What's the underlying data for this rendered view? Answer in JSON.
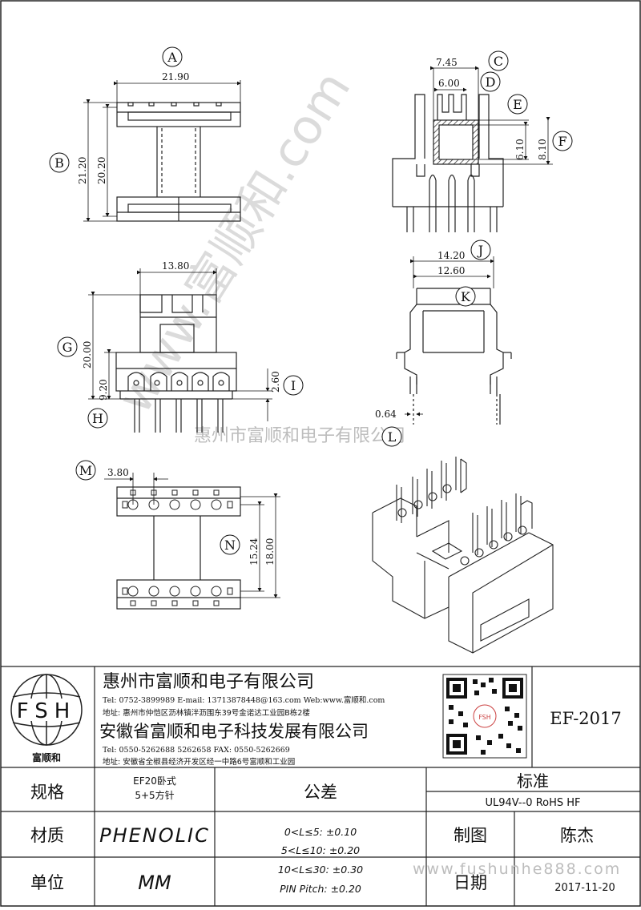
{
  "dims": {
    "a_width": "21.90",
    "b_outer": "21.20",
    "b_inner": "20.20",
    "c_width": "7.45",
    "d_width": "6.00",
    "e_height": "6.10",
    "f_height": "8.10",
    "g_height": "20.00",
    "h_height": "9.20",
    "i_height": "2.60",
    "front_width": "13.80",
    "j_width": "14.20",
    "k_width": "12.60",
    "l_pin": "0.64",
    "m_pitch": "3.80",
    "n_inner": "15.24",
    "n_outer": "18.00"
  },
  "callouts": {
    "a": "A",
    "b": "B",
    "c": "C",
    "d": "D",
    "e": "E",
    "f": "F",
    "g": "G",
    "h": "H",
    "i": "I",
    "j": "J",
    "k": "K",
    "l": "L",
    "m": "M",
    "n": "N"
  },
  "watermarks": {
    "diagonal": "www.富顺和.com",
    "center": "惠州市富顺和电子有限公司",
    "bottom": "www.fushunhe888.com"
  },
  "titleblock": {
    "logo_letters": "FSH",
    "logo_name": "富顺和",
    "company1": "惠州市富顺和电子有限公司",
    "contact1": "Tel: 0752-3899989 E-mail: 13713878448@163.com Web:www.富顺和.com",
    "address1": "地址: 惠州市仲恺区沥林镇泮沥围东39号金诺达工业园B栋2楼",
    "company2": "安徽省富顺和电子科技发展有限公司",
    "contact2": "Tel: 0550-5262688 5262658 FAX: 0550-5262669",
    "address2": "地址: 安徽省全椒县经济开发区经一中路6号富顺和工业园",
    "model": "EF-2017",
    "spec_label": "规格",
    "spec_value_1": "EF20卧式",
    "spec_value_2": "5+5方针",
    "tolerance_label": "公差",
    "standard_label": "标准",
    "standard_value": "UL94V--0 RoHS HF",
    "material_label": "材质",
    "material_value": "PHENOLIC",
    "tol_1": "0<L≤5: ±0.10",
    "tol_2": "5<L≤10: ±0.20",
    "tol_3": "10<L≤30: ±0.30",
    "tol_4": "PIN Pitch: ±0.20",
    "drawn_label": "制图",
    "drawn_value": "陈杰",
    "unit_label": "单位",
    "unit_value": "MM",
    "date_label": "日期",
    "date_value": "2017-11-20"
  }
}
